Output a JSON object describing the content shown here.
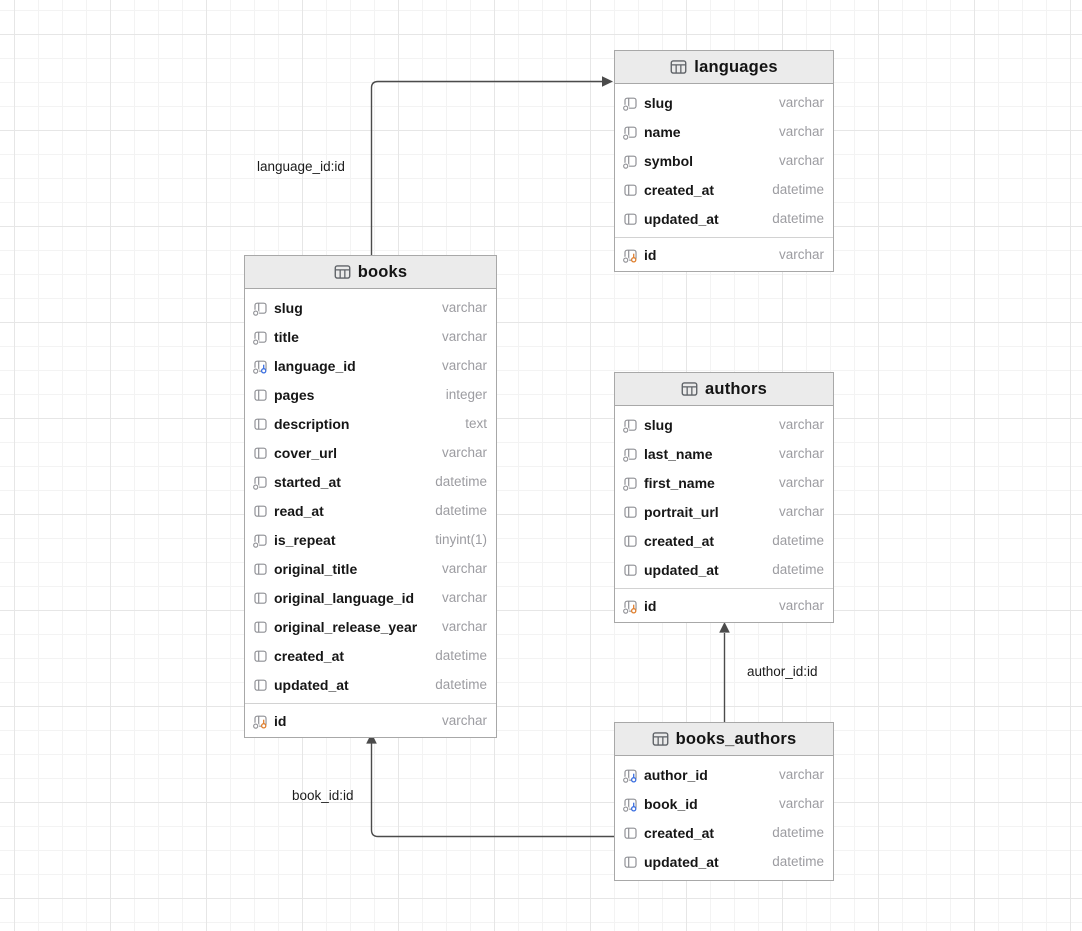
{
  "diagram": {
    "tables": [
      {
        "title": "books",
        "columns": [
          {
            "name": "slug",
            "type": "varchar",
            "icon": "column-indexed-icon"
          },
          {
            "name": "title",
            "type": "varchar",
            "icon": "column-indexed-icon"
          },
          {
            "name": "language_id",
            "type": "varchar",
            "icon": "column-fk-icon"
          },
          {
            "name": "pages",
            "type": "integer",
            "icon": "column-icon"
          },
          {
            "name": "description",
            "type": "text",
            "icon": "column-icon"
          },
          {
            "name": "cover_url",
            "type": "varchar",
            "icon": "column-icon"
          },
          {
            "name": "started_at",
            "type": "datetime",
            "icon": "column-indexed-icon"
          },
          {
            "name": "read_at",
            "type": "datetime",
            "icon": "column-icon"
          },
          {
            "name": "is_repeat",
            "type": "tinyint(1)",
            "icon": "column-indexed-icon"
          },
          {
            "name": "original_title",
            "type": "varchar",
            "icon": "column-icon"
          },
          {
            "name": "original_language_id",
            "type": "varchar",
            "icon": "column-icon"
          },
          {
            "name": "original_release_year",
            "type": "varchar",
            "icon": "column-icon"
          },
          {
            "name": "created_at",
            "type": "datetime",
            "icon": "column-icon"
          },
          {
            "name": "updated_at",
            "type": "datetime",
            "icon": "column-icon"
          }
        ],
        "key_columns": [
          {
            "name": "id",
            "type": "varchar",
            "icon": "column-pk-icon"
          }
        ]
      },
      {
        "title": "languages",
        "columns": [
          {
            "name": "slug",
            "type": "varchar",
            "icon": "column-indexed-icon"
          },
          {
            "name": "name",
            "type": "varchar",
            "icon": "column-indexed-icon"
          },
          {
            "name": "symbol",
            "type": "varchar",
            "icon": "column-indexed-icon"
          },
          {
            "name": "created_at",
            "type": "datetime",
            "icon": "column-icon"
          },
          {
            "name": "updated_at",
            "type": "datetime",
            "icon": "column-icon"
          }
        ],
        "key_columns": [
          {
            "name": "id",
            "type": "varchar",
            "icon": "column-pk-icon"
          }
        ]
      },
      {
        "title": "authors",
        "columns": [
          {
            "name": "slug",
            "type": "varchar",
            "icon": "column-indexed-icon"
          },
          {
            "name": "last_name",
            "type": "varchar",
            "icon": "column-indexed-icon"
          },
          {
            "name": "first_name",
            "type": "varchar",
            "icon": "column-indexed-icon"
          },
          {
            "name": "portrait_url",
            "type": "varchar",
            "icon": "column-icon"
          },
          {
            "name": "created_at",
            "type": "datetime",
            "icon": "column-icon"
          },
          {
            "name": "updated_at",
            "type": "datetime",
            "icon": "column-icon"
          }
        ],
        "key_columns": [
          {
            "name": "id",
            "type": "varchar",
            "icon": "column-pk-icon"
          }
        ]
      },
      {
        "title": "books_authors",
        "columns": [
          {
            "name": "author_id",
            "type": "varchar",
            "icon": "column-fk-icon"
          },
          {
            "name": "book_id",
            "type": "varchar",
            "icon": "column-fk-icon"
          },
          {
            "name": "created_at",
            "type": "datetime",
            "icon": "column-icon"
          },
          {
            "name": "updated_at",
            "type": "datetime",
            "icon": "column-icon"
          }
        ],
        "key_columns": []
      }
    ],
    "relationships": [
      {
        "label": "language_id:id",
        "from": "books",
        "to": "languages"
      },
      {
        "label": "book_id:id",
        "from": "books_authors",
        "to": "books"
      },
      {
        "label": "author_id:id",
        "from": "books_authors",
        "to": "authors"
      }
    ]
  },
  "colors": {
    "primary_key": "#e0802f",
    "foreign_key": "#3b6fe0",
    "icon_gray": "#8f9095",
    "edge": "#4b4b4b",
    "header_bg": "#ebebeb"
  }
}
